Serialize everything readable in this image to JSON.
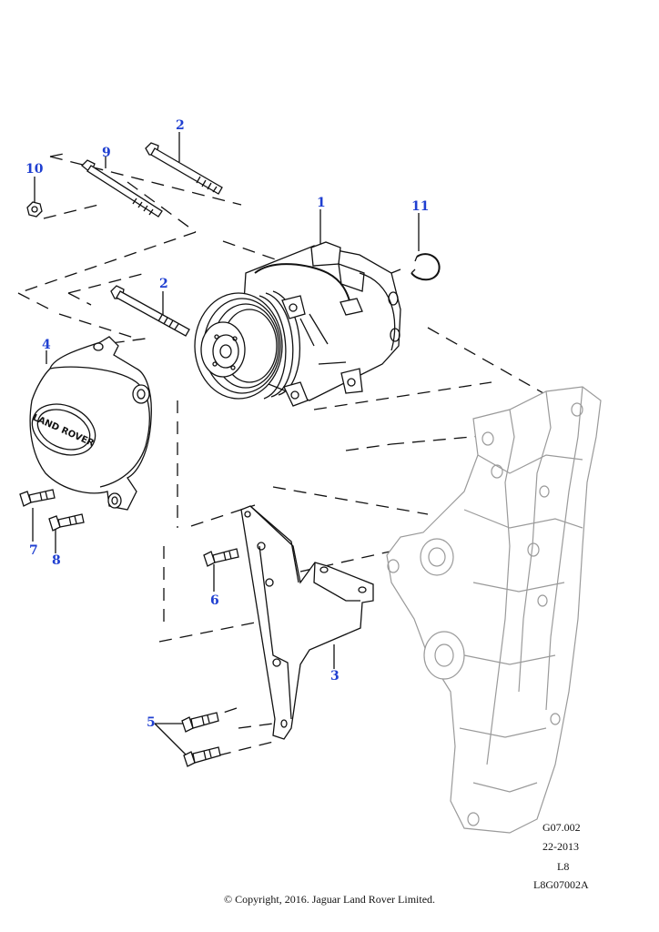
{
  "callouts": {
    "c1": "1",
    "c2a": "2",
    "c2b": "2",
    "c3": "3",
    "c4": "4",
    "c5": "5",
    "c6": "6",
    "c7": "7",
    "c8": "8",
    "c9": "9",
    "c10": "10",
    "c11": "11"
  },
  "logo_text": "LAND ROVER",
  "meta": {
    "ref": "G07.002",
    "date": "22-2013",
    "l8": "L8",
    "code": "L8G07002A"
  },
  "copyright": "© Copyright, 2016. Jaguar Land Rover Limited.",
  "colors": {
    "callout": "#1f3fd1",
    "line": "#111111",
    "bracket_grey": "#9a9a9a"
  }
}
